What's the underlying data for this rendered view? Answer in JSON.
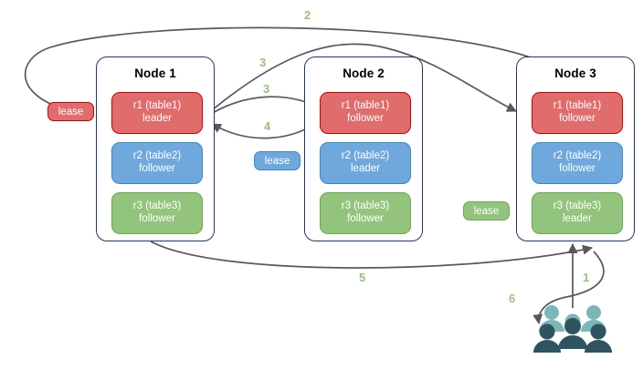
{
  "diagram": {
    "title": "Distributed range leaseholder / Raft replication diagram",
    "colors": {
      "red_fill": "#e06c6c",
      "red_stroke": "#cc0000",
      "blue_fill": "#6fa8dc",
      "blue_stroke": "#3d85c8",
      "green_fill": "#93c47d",
      "green_stroke": "#6aa84f",
      "node_border": "#1f3864",
      "arrow": "#595959",
      "label": "#93c47d",
      "people_light": "#7ab8b8",
      "people_dark": "#2f5460"
    },
    "nodes": [
      {
        "name": "Node 1",
        "replicas": [
          {
            "range": "r1 (table1)",
            "role": "leader",
            "color": "red"
          },
          {
            "range": "r2 (table2)",
            "role": "follower",
            "color": "blue"
          },
          {
            "range": "r3 (table3)",
            "role": "follower",
            "color": "green"
          }
        ]
      },
      {
        "name": "Node 2",
        "replicas": [
          {
            "range": "r1 (table1)",
            "role": "follower",
            "color": "red"
          },
          {
            "range": "r2 (table2)",
            "role": "leader",
            "color": "blue"
          },
          {
            "range": "r3 (table3)",
            "role": "follower",
            "color": "green"
          }
        ]
      },
      {
        "name": "Node 3",
        "replicas": [
          {
            "range": "r1 (table1)",
            "role": "follower",
            "color": "red"
          },
          {
            "range": "r2 (table2)",
            "role": "follower",
            "color": "blue"
          },
          {
            "range": "r3 (table3)",
            "role": "leader",
            "color": "green"
          }
        ]
      }
    ],
    "leases": [
      {
        "label": "lease",
        "color": "red"
      },
      {
        "label": "lease",
        "color": "blue"
      },
      {
        "label": "lease",
        "color": "green"
      }
    ],
    "steps": [
      {
        "id": "1",
        "label": "1"
      },
      {
        "id": "2",
        "label": "2"
      },
      {
        "id": "3a",
        "label": "3"
      },
      {
        "id": "3b",
        "label": "3"
      },
      {
        "id": "4",
        "label": "4"
      },
      {
        "id": "5",
        "label": "5"
      },
      {
        "id": "6",
        "label": "6"
      }
    ],
    "actor": {
      "name": "client-group-icon"
    }
  }
}
